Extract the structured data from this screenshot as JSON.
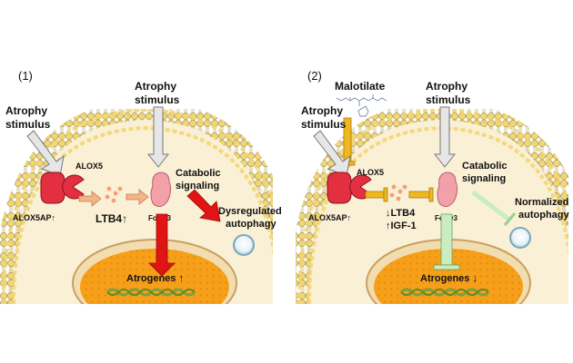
{
  "panel1": {
    "number": "(1)",
    "stimulus_left": [
      "Atrophy",
      "stimulus"
    ],
    "stimulus_top": [
      "Atrophy",
      "stimulus"
    ],
    "alox5": "ALOX5",
    "alox5ap": "ALOX5AP↑",
    "ltb4": "LTB4↑",
    "foxo3": "FoxO3",
    "catabolic": [
      "Catabolic",
      "signaling"
    ],
    "autophagy": [
      "Dysregulated",
      "autophagy"
    ],
    "atrogenes": "Atrogenes ↑"
  },
  "panel2": {
    "number": "(2)",
    "drug": "Malotilate",
    "stimulus_left": [
      "Atrophy",
      "stimulus"
    ],
    "stimulus_top": [
      "Atrophy",
      "stimulus"
    ],
    "alox5": "ALOX5",
    "alox5ap": "ALOX5AP↑",
    "ltb4": "↓LTB4",
    "igf1": "↑IGF-1",
    "foxo3": "FoxO3",
    "catabolic": [
      "Catabolic",
      "signaling"
    ],
    "autophagy": [
      "Normalized",
      "autophagy"
    ],
    "atrogenes": "Atrogenes ↓"
  },
  "colors": {
    "cytoplasm": "#faf0d6",
    "membrane_head": "#f2d672",
    "nucleus": "#f6a019",
    "red_arrow": "#e01414",
    "yellow_arrow": "#f0b820",
    "green_inhibit": "#c9ecc0",
    "protein_red": "#e23040",
    "foxo3_pink": "#f4a0a8"
  }
}
